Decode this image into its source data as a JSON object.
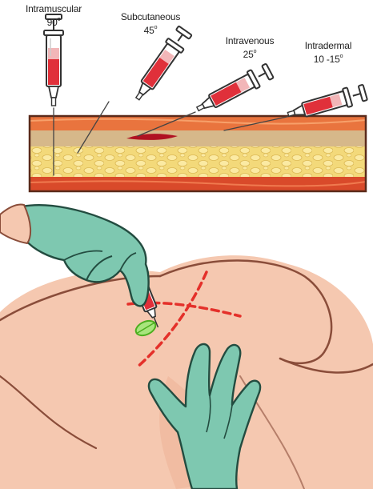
{
  "injections": [
    {
      "name": "Intramuscular",
      "angle": "90"
    },
    {
      "name": "Subcutaneous",
      "angle": "45"
    },
    {
      "name": "Intravenous",
      "angle": "25"
    },
    {
      "name": "Intradermal",
      "angle": "10 -15"
    }
  ],
  "degree_symbol": "o",
  "colors": {
    "skin_surface": "#e9743e",
    "dermis": "#d6b88a",
    "fat": "#f3d97a",
    "muscle": "#d94a2a",
    "border": "#5a2a1a",
    "syringe_fill": "#e0303a",
    "glove": "#7ec8b0",
    "glove_outline": "#234c40",
    "body_skin": "#f5c8b0",
    "site_marking": "#e4302a",
    "site_circle": "#6fd13a"
  },
  "icons": [
    "syringe-icon",
    "gloved-hand-icon",
    "injection-site-icon"
  ]
}
